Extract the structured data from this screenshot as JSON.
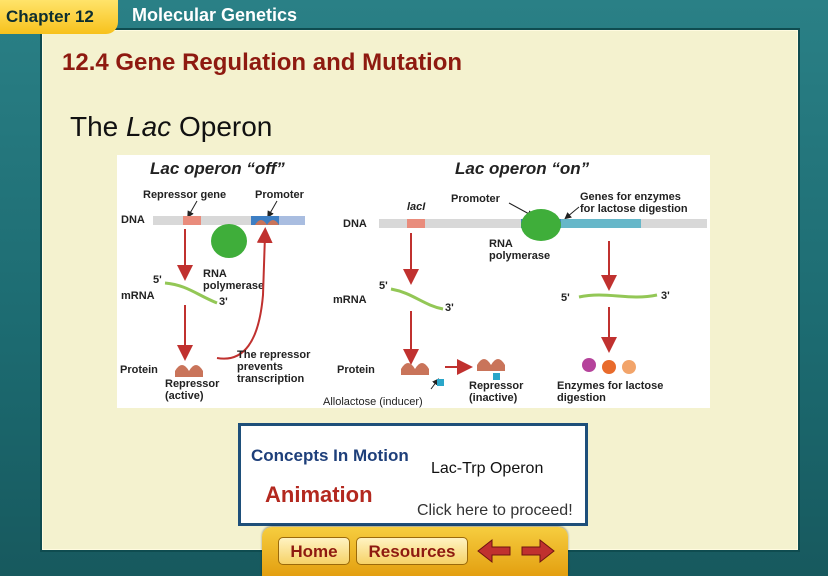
{
  "header": {
    "chapter_label": "Chapter 12",
    "unit_title": "Molecular Genetics"
  },
  "section_title": "12.4 Gene Regulation and Mutation",
  "slide_heading": {
    "prefix": "The ",
    "italic": "Lac",
    "suffix": " Operon"
  },
  "diagram": {
    "off_title": "Lac operon “off”",
    "on_title": "Lac operon “on”",
    "repressor_gene": "Repressor gene",
    "promoter_left": "Promoter",
    "dna_left": "DNA",
    "mrna_left": "mRNA",
    "five_prime_left": "5'",
    "three_prime_left": "3'",
    "rna_polymerase_left_1": "RNA",
    "rna_polymerase_left_2": "polymerase",
    "protein_left": "Protein",
    "repressor_active_1": "Repressor",
    "repressor_active_2": "(active)",
    "prevents_1": "The repressor",
    "prevents_2": "prevents",
    "prevents_3": "transcription",
    "laci": "lacI",
    "promoter_right": "Promoter",
    "genes_enzymes_1": "Genes for enzymes",
    "genes_enzymes_2": "for lactose digestion",
    "dna_right": "DNA",
    "rna_polymerase_right_1": "RNA",
    "rna_polymerase_right_2": "polymerase",
    "mrna_right": "mRNA",
    "five_prime_mid": "5'",
    "three_prime_mid": "3'",
    "five_prime_right": "5'",
    "three_prime_right": "3'",
    "protein_right": "Protein",
    "repressor_inactive_1": "Repressor",
    "repressor_inactive_2": "(inactive)",
    "allolactose": "Allolactose (inducer)",
    "enzymes_1": "Enzymes for lactose",
    "enzymes_2": "digestion"
  },
  "concepts_in_motion": {
    "logo_text": "Concepts In Motion",
    "animation_label": "Animation",
    "title": "Lac-Trp Operon",
    "proceed": "Click here to proceed!"
  },
  "nav": {
    "home": "Home",
    "resources": "Resources",
    "back_icon": "left-arrow-icon",
    "forward_icon": "right-arrow-icon"
  },
  "colors": {
    "title_red": "#8e1a10",
    "tab_yellow": "#f7c21c",
    "frame_teal": "#1f6f75",
    "panel_cream": "#f4f2cf"
  }
}
